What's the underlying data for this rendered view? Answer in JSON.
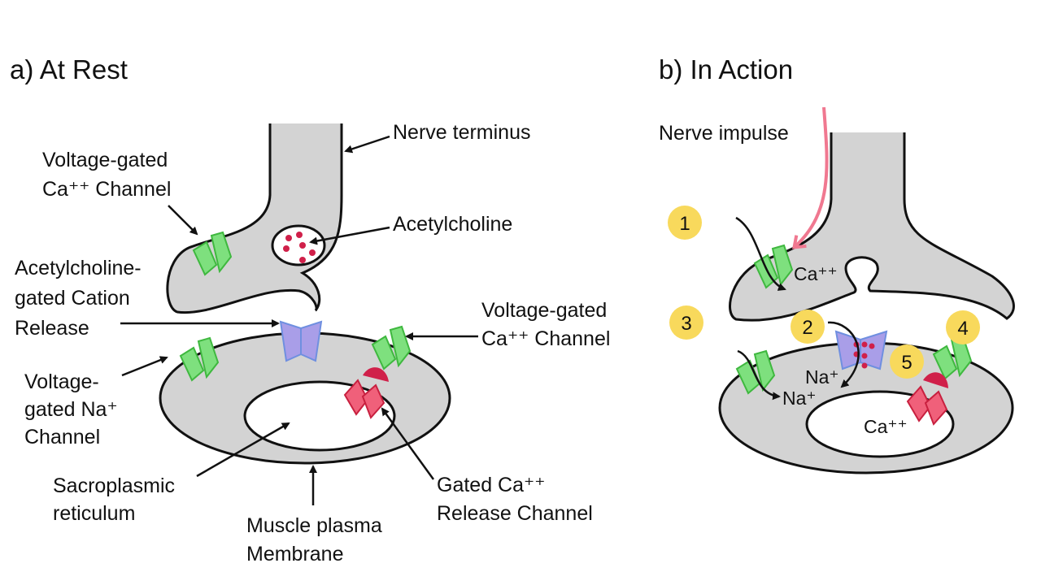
{
  "panel_a": {
    "title": "a) At Rest",
    "labels": {
      "vg_ca_top_1": "Voltage-gated",
      "vg_ca_top_2": "Ca⁺⁺ Channel",
      "nerve_terminus": "Nerve terminus",
      "acetylcholine": "Acetylcholine",
      "ach_gated_1": "Acetylcholine-",
      "ach_gated_2": "gated Cation",
      "ach_gated_3": "Release",
      "vg_ca_right_1": "Voltage-gated",
      "vg_ca_right_2": "Ca⁺⁺ Channel",
      "vg_na_1": "Voltage-",
      "vg_na_2": "gated Na⁺",
      "vg_na_3": "Channel",
      "sr_1": "Sacroplasmic",
      "sr_2": "reticulum",
      "membrane_1": "Muscle plasma",
      "membrane_2": "Membrane",
      "release_1": "Gated Ca⁺⁺",
      "release_2": "Release Channel"
    }
  },
  "panel_b": {
    "title": "b) In Action",
    "nerve_impulse": "Nerve impulse",
    "steps": [
      "1",
      "2",
      "3",
      "4",
      "5"
    ],
    "ions": {
      "ca_terminal": "Ca⁺⁺",
      "na_channel": "Na⁺",
      "na_influx": "Na⁺",
      "ca_sr": "Ca⁺⁺"
    }
  },
  "colors": {
    "cell": "#d3d3d3",
    "voltage_gated_channel": "#7ee07e",
    "ach_channel": "#a99ee8",
    "release_channel": "#f0607a",
    "step_badge": "#f8d95c",
    "nerve_impulse_arrow": "#f07890",
    "acetylcholine": "#d0204a"
  }
}
